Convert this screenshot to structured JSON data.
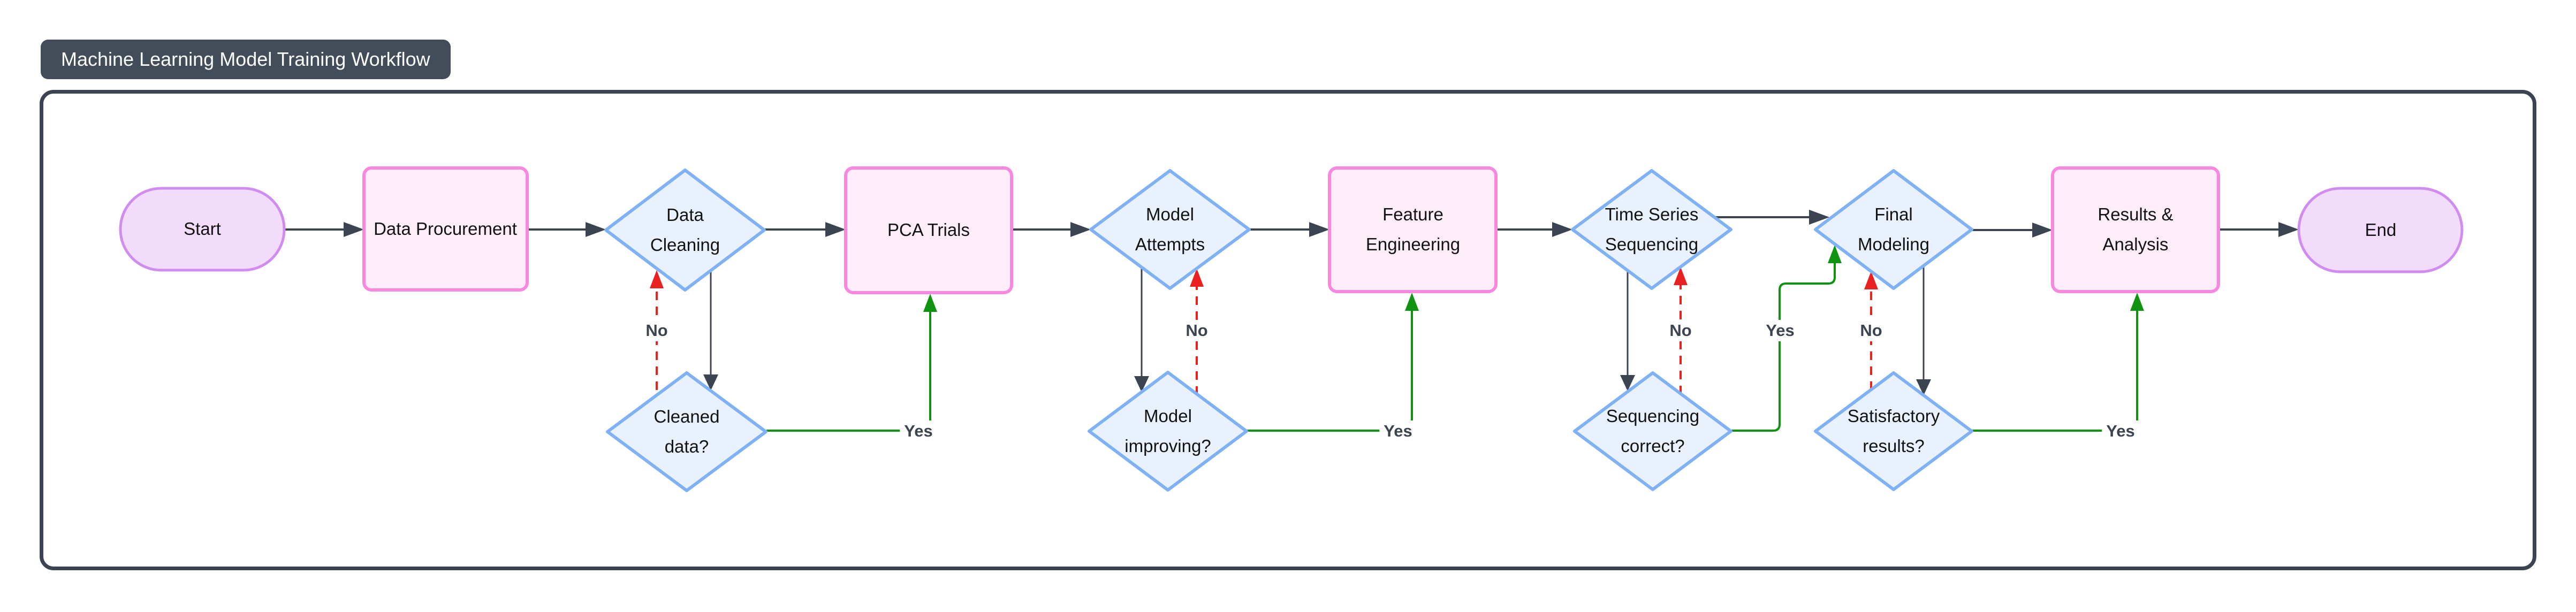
{
  "title_badge": {
    "text": "Machine Learning Model Training Workflow"
  },
  "colors": {
    "edge_dark": "#3b4450",
    "edge_yes_green": "#109310",
    "edge_no_red": "#e92121",
    "node_fill_pink": "#fdedf9",
    "node_border_pink": "#f887e0",
    "node_fill_purple": "#f2dcfb",
    "node_border_purple": "#d18cf0",
    "node_fill_blue": "#e9f1fd",
    "node_border_blue": "#7fb1f5",
    "badge_bg": "#424d59",
    "badge_text": "#ffffff"
  },
  "nodes": {
    "start": {
      "label": "Start",
      "shape": "stadium"
    },
    "data_procurement": {
      "label": "Data Procurement",
      "shape": "rect"
    },
    "data_cleaning": {
      "label": "Data Cleaning",
      "shape": "diamond"
    },
    "cleaned_data": {
      "label": "Cleaned data?",
      "shape": "diamond"
    },
    "pca_trials": {
      "label": "PCA Trials",
      "shape": "rect"
    },
    "model_attempts": {
      "label": "Model Attempts",
      "shape": "diamond"
    },
    "model_improving": {
      "label": "Model improving?",
      "shape": "diamond"
    },
    "feature_engineering": {
      "label": "Feature Engineering",
      "shape": "rect"
    },
    "time_series_sequencing": {
      "label": "Time Series Sequencing",
      "shape": "diamond"
    },
    "sequencing_correct": {
      "label": "Sequencing correct?",
      "shape": "diamond"
    },
    "final_modeling": {
      "label": "Final Modeling",
      "shape": "diamond"
    },
    "satisfactory_results": {
      "label": "Satisfactory results?",
      "shape": "diamond"
    },
    "results_analysis": {
      "label": "Results & Analysis",
      "shape": "rect"
    },
    "end": {
      "label": "End",
      "shape": "stadium"
    }
  },
  "edge_labels": {
    "cleaned_yes": "Yes",
    "cleaned_no": "No",
    "improving_yes": "Yes",
    "improving_no": "No",
    "sequencing_yes": "Yes",
    "sequencing_no": "No",
    "satisfactory_yes": "Yes",
    "satisfactory_no": "No"
  }
}
